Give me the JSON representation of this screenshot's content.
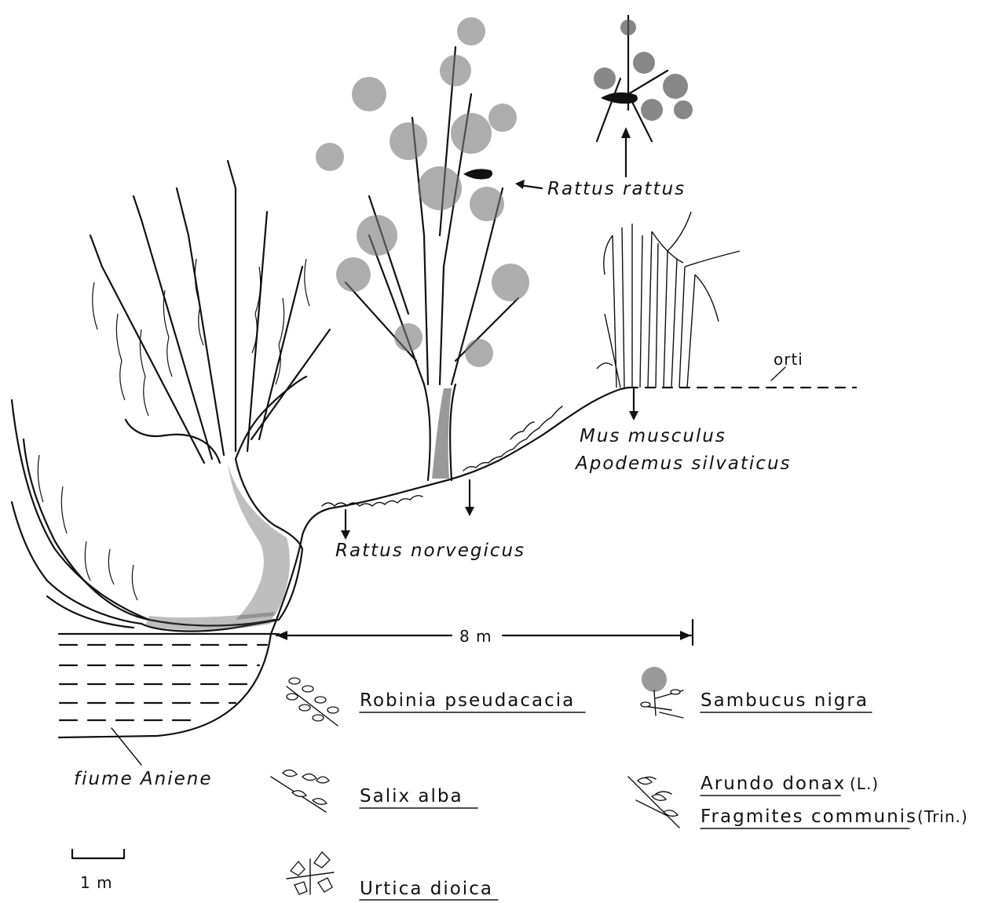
{
  "labels": {
    "rattus_rattus": "Rattus rattus",
    "orti": "orti",
    "mus_musculus": "Mus musculus",
    "apodemus": "Apodemus silvaticus",
    "rattus_norvegicus": "Rattus norvegicus",
    "distance": "8 m",
    "river": "fiume Aniene",
    "scale": "1 m"
  },
  "legend": {
    "robinia": "Robinia pseudacacia",
    "sambucus": "Sambucus nigra",
    "salix": "Salix alba",
    "arundo": "Arundo donax",
    "arundo_author": "(L.)",
    "fragmites": "Fragmites communis",
    "fragmites_author": "(Trin.)",
    "urtica": "Urtica dioica"
  },
  "icons": [
    "robinia-leaf-icon",
    "sambucus-flower-icon",
    "salix-leaf-icon",
    "reed-leaf-icon",
    "nettle-leaf-icon"
  ],
  "colors": {
    "ink": "#111111",
    "paper": "#ffffff"
  }
}
